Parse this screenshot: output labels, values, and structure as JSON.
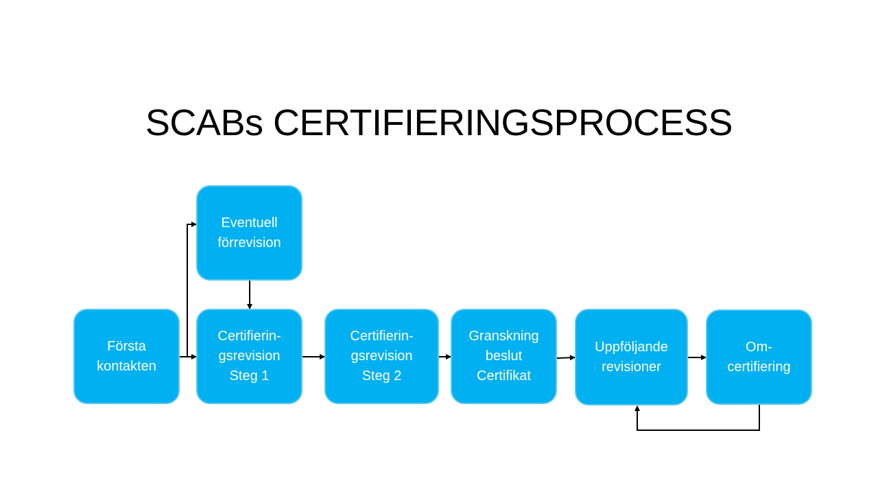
{
  "title": "SCABs CERTIFIERINGSPROCESS",
  "colors": {
    "box_fill": "#00b0f0",
    "box_text": "#ffffff",
    "connector": "#000000"
  },
  "nodes": [
    {
      "id": "forsta-kontakten",
      "label": "Första\nkontakten"
    },
    {
      "id": "eventuell-forrevision",
      "label": "Eventuell\nförrevision"
    },
    {
      "id": "steg1",
      "label": "Certifierin-\ngsrevision\nSteg 1"
    },
    {
      "id": "steg2",
      "label": "Certifierin-\ngsrevision\nSteg 2"
    },
    {
      "id": "granskning",
      "label": "Granskning\nbeslut\nCertifikat"
    },
    {
      "id": "uppfoljande",
      "label": "Uppföljande\nrevisioner"
    },
    {
      "id": "omcertifiering",
      "label": "Om-\ncertifiering"
    }
  ],
  "edges": [
    {
      "from": "forsta-kontakten",
      "to": "steg1"
    },
    {
      "from": "forsta-kontakten",
      "to": "eventuell-forrevision"
    },
    {
      "from": "eventuell-forrevision",
      "to": "steg1"
    },
    {
      "from": "steg1",
      "to": "steg2"
    },
    {
      "from": "steg2",
      "to": "granskning"
    },
    {
      "from": "granskning",
      "to": "uppfoljande"
    },
    {
      "from": "uppfoljande",
      "to": "omcertifiering"
    },
    {
      "from": "omcertifiering",
      "to": "uppfoljande"
    }
  ]
}
